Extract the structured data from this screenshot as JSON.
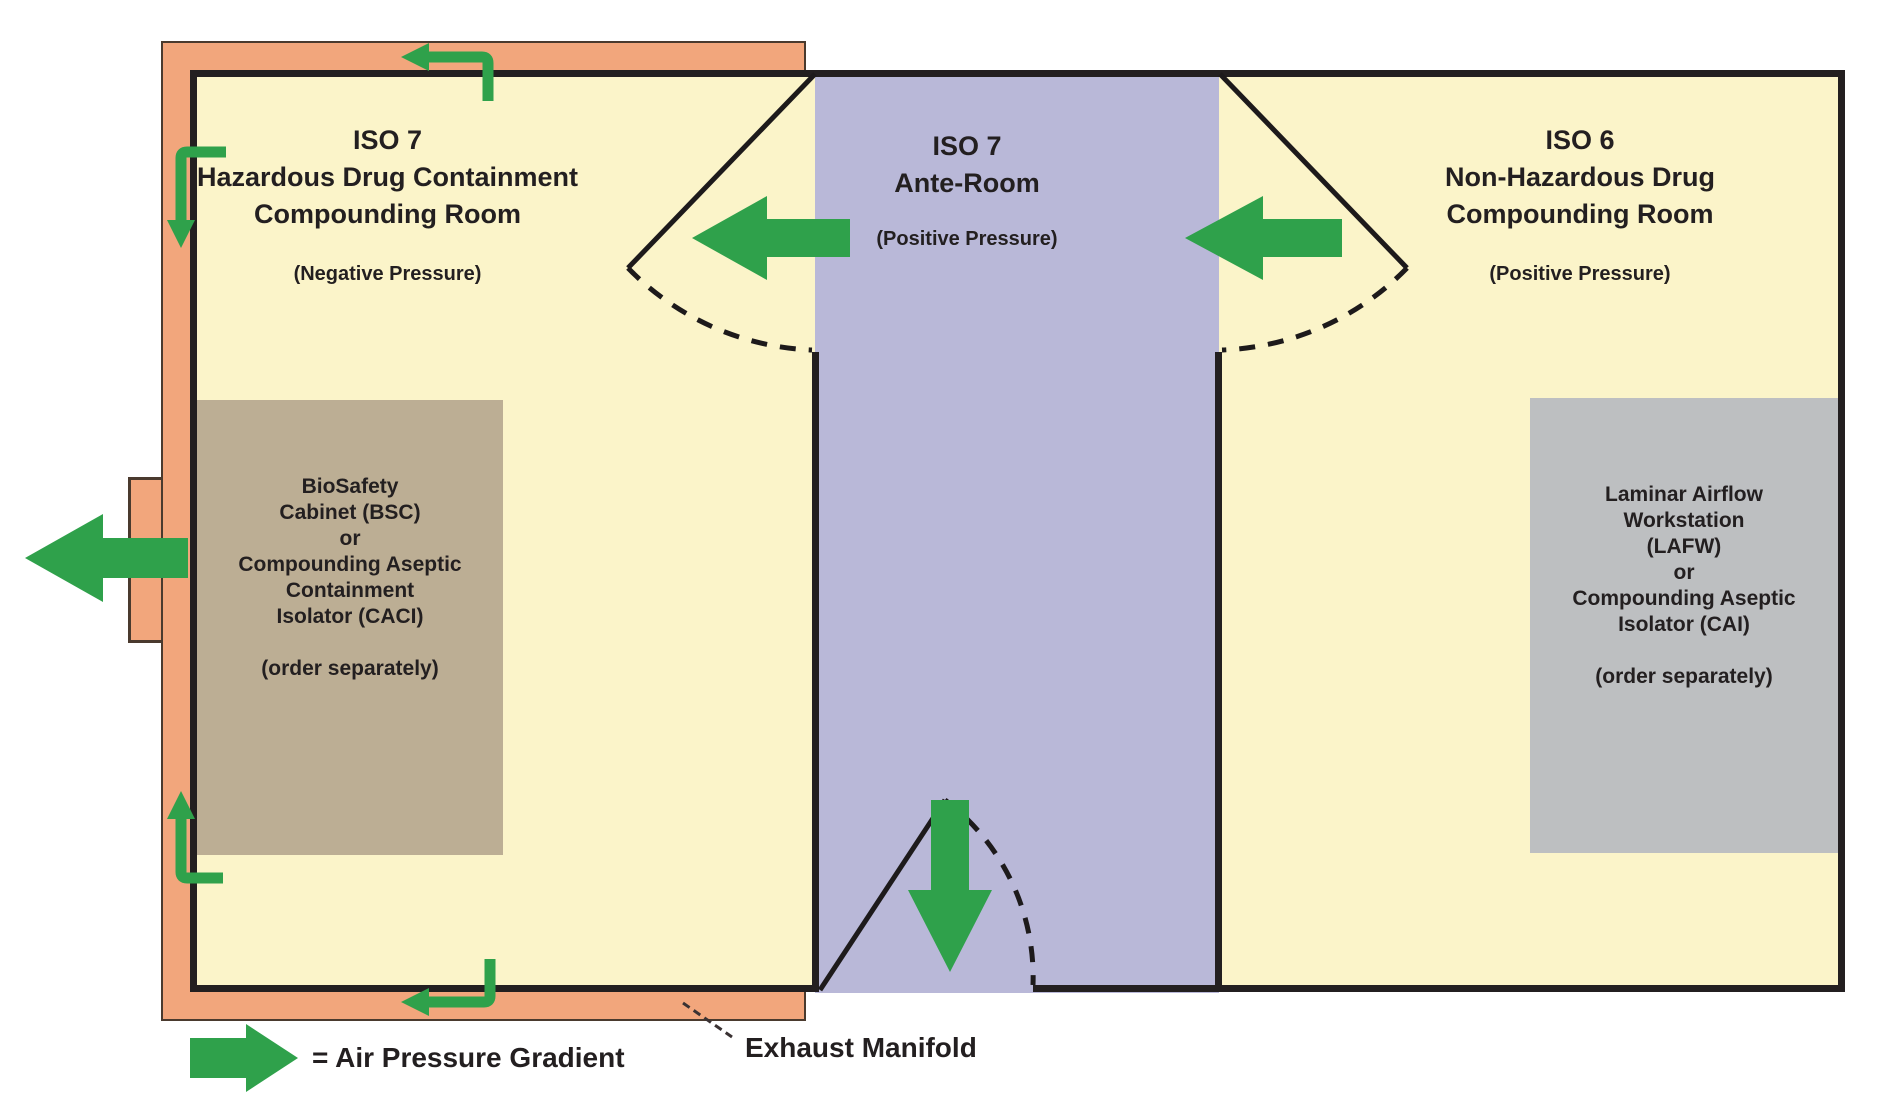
{
  "colors": {
    "room_fill": "#FBF4C9",
    "ante_room_fill": "#B9B8D8",
    "exhaust_manifold_fill": "#F2A67C",
    "bsc_box_fill": "#BCAE94",
    "lafw_box_fill": "#BDBFC1",
    "arrow_green": "#2FA14B",
    "line_dark": "#231F20"
  },
  "rooms": {
    "hazardous": {
      "class_label": "ISO 7",
      "name": "Hazardous Drug Containment\nCompounding Room",
      "pressure": "(Negative Pressure)",
      "equipment": "BioSafety\nCabinet (BSC)\nor\nCompounding Aseptic\nContainment\nIsolator (CACI)\n\n(order separately)"
    },
    "ante": {
      "class_label": "ISO 7",
      "name": "Ante-Room",
      "pressure": "(Positive Pressure)"
    },
    "non_hazardous": {
      "class_label": "ISO 6",
      "name": "Non-Hazardous Drug\nCompounding Room",
      "pressure": "(Positive Pressure)",
      "equipment": "Laminar Airflow\nWorkstation\n(LAFW)\nor\nCompounding Aseptic\nIsolator (CAI)\n\n(order separately)"
    }
  },
  "labels": {
    "exhaust_manifold": "Exhaust Manifold",
    "legend": "= Air Pressure Gradient"
  },
  "icons": {
    "air_pressure_arrow": "solid green block arrow (#2FA14B)",
    "exhaust_flow_elbow_arrow": "green elbow line arrow along exhaust manifold",
    "door_swing": "solid line door leaf with dashed swing arc"
  }
}
